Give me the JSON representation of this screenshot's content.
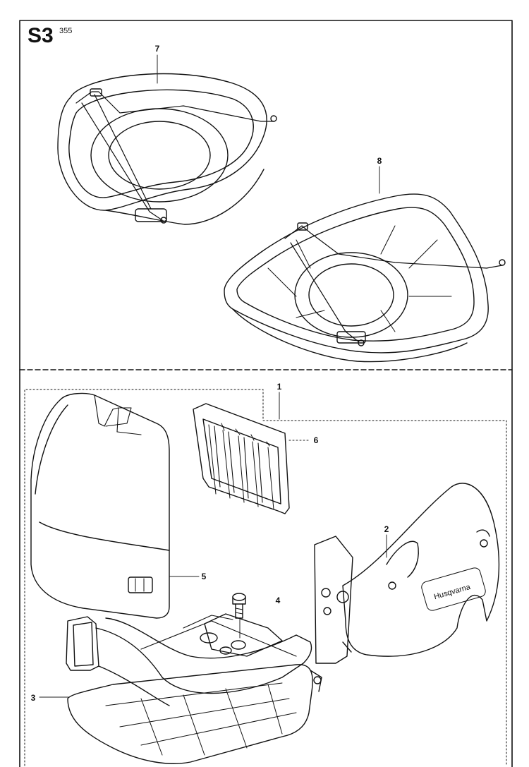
{
  "header": {
    "section": "S3",
    "model": "355"
  },
  "callouts": [
    {
      "id": "7",
      "label": "7"
    },
    {
      "id": "8",
      "label": "8"
    },
    {
      "id": "1",
      "label": "1"
    },
    {
      "id": "6",
      "label": "6"
    },
    {
      "id": "2",
      "label": "2"
    },
    {
      "id": "5",
      "label": "5"
    },
    {
      "id": "4",
      "label": "4"
    },
    {
      "id": "3",
      "label": "3"
    }
  ],
  "parts": [
    {
      "callout": "7",
      "icon": "round-filter-cover-with-wire-clip-icon"
    },
    {
      "callout": "8",
      "icon": "triangular-filter-cover-with-wire-clip-icon"
    },
    {
      "callout": "1",
      "icon": "air-filter-assembly-group-icon"
    },
    {
      "callout": "6",
      "icon": "pleated-air-filter-icon"
    },
    {
      "callout": "2",
      "icon": "side-cover-icon"
    },
    {
      "callout": "5",
      "icon": "filter-cover-housing-icon"
    },
    {
      "callout": "4",
      "icon": "screw-icon"
    },
    {
      "callout": "3",
      "icon": "filter-base-with-intake-icon"
    }
  ],
  "branding": {
    "logo_text": "Husqvarna"
  },
  "colors": {
    "line": "#111111",
    "background": "#ffffff",
    "dash": "#222222"
  }
}
